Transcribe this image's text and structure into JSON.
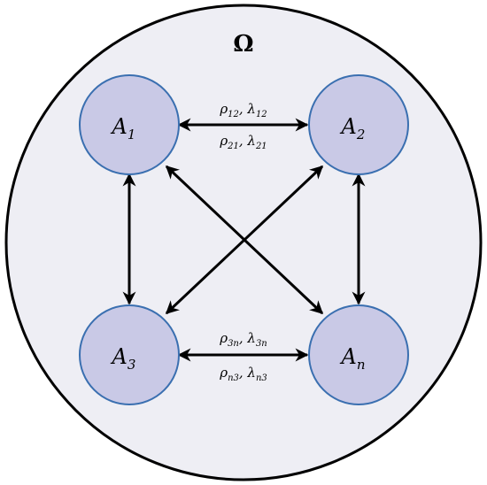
{
  "domain_title": "Ω",
  "nodes": [
    {
      "id": "A1",
      "base": "A",
      "sub": "1"
    },
    {
      "id": "A2",
      "base": "A",
      "sub": "2"
    },
    {
      "id": "A3",
      "base": "A",
      "sub": "3"
    },
    {
      "id": "An",
      "base": "A",
      "sub": "n"
    }
  ],
  "edge_labels": {
    "top_upper": {
      "parts": [
        [
          "ρ",
          "12"
        ],
        [
          "λ",
          "12"
        ]
      ]
    },
    "top_lower": {
      "parts": [
        [
          "ρ",
          "21"
        ],
        [
          "λ",
          "21"
        ]
      ]
    },
    "bottom_upper": {
      "parts": [
        [
          "ρ",
          "3n"
        ],
        [
          "λ",
          "3n"
        ]
      ]
    },
    "bottom_lower": {
      "parts": [
        [
          "ρ",
          "n3"
        ],
        [
          "λ",
          "n3"
        ]
      ]
    }
  },
  "colors": {
    "domain_fill": "#eeeef4",
    "domain_stroke": "#000000",
    "node_fill": "#c9c9e6",
    "node_stroke": "#3a6fb0",
    "arrow": "#000000"
  }
}
